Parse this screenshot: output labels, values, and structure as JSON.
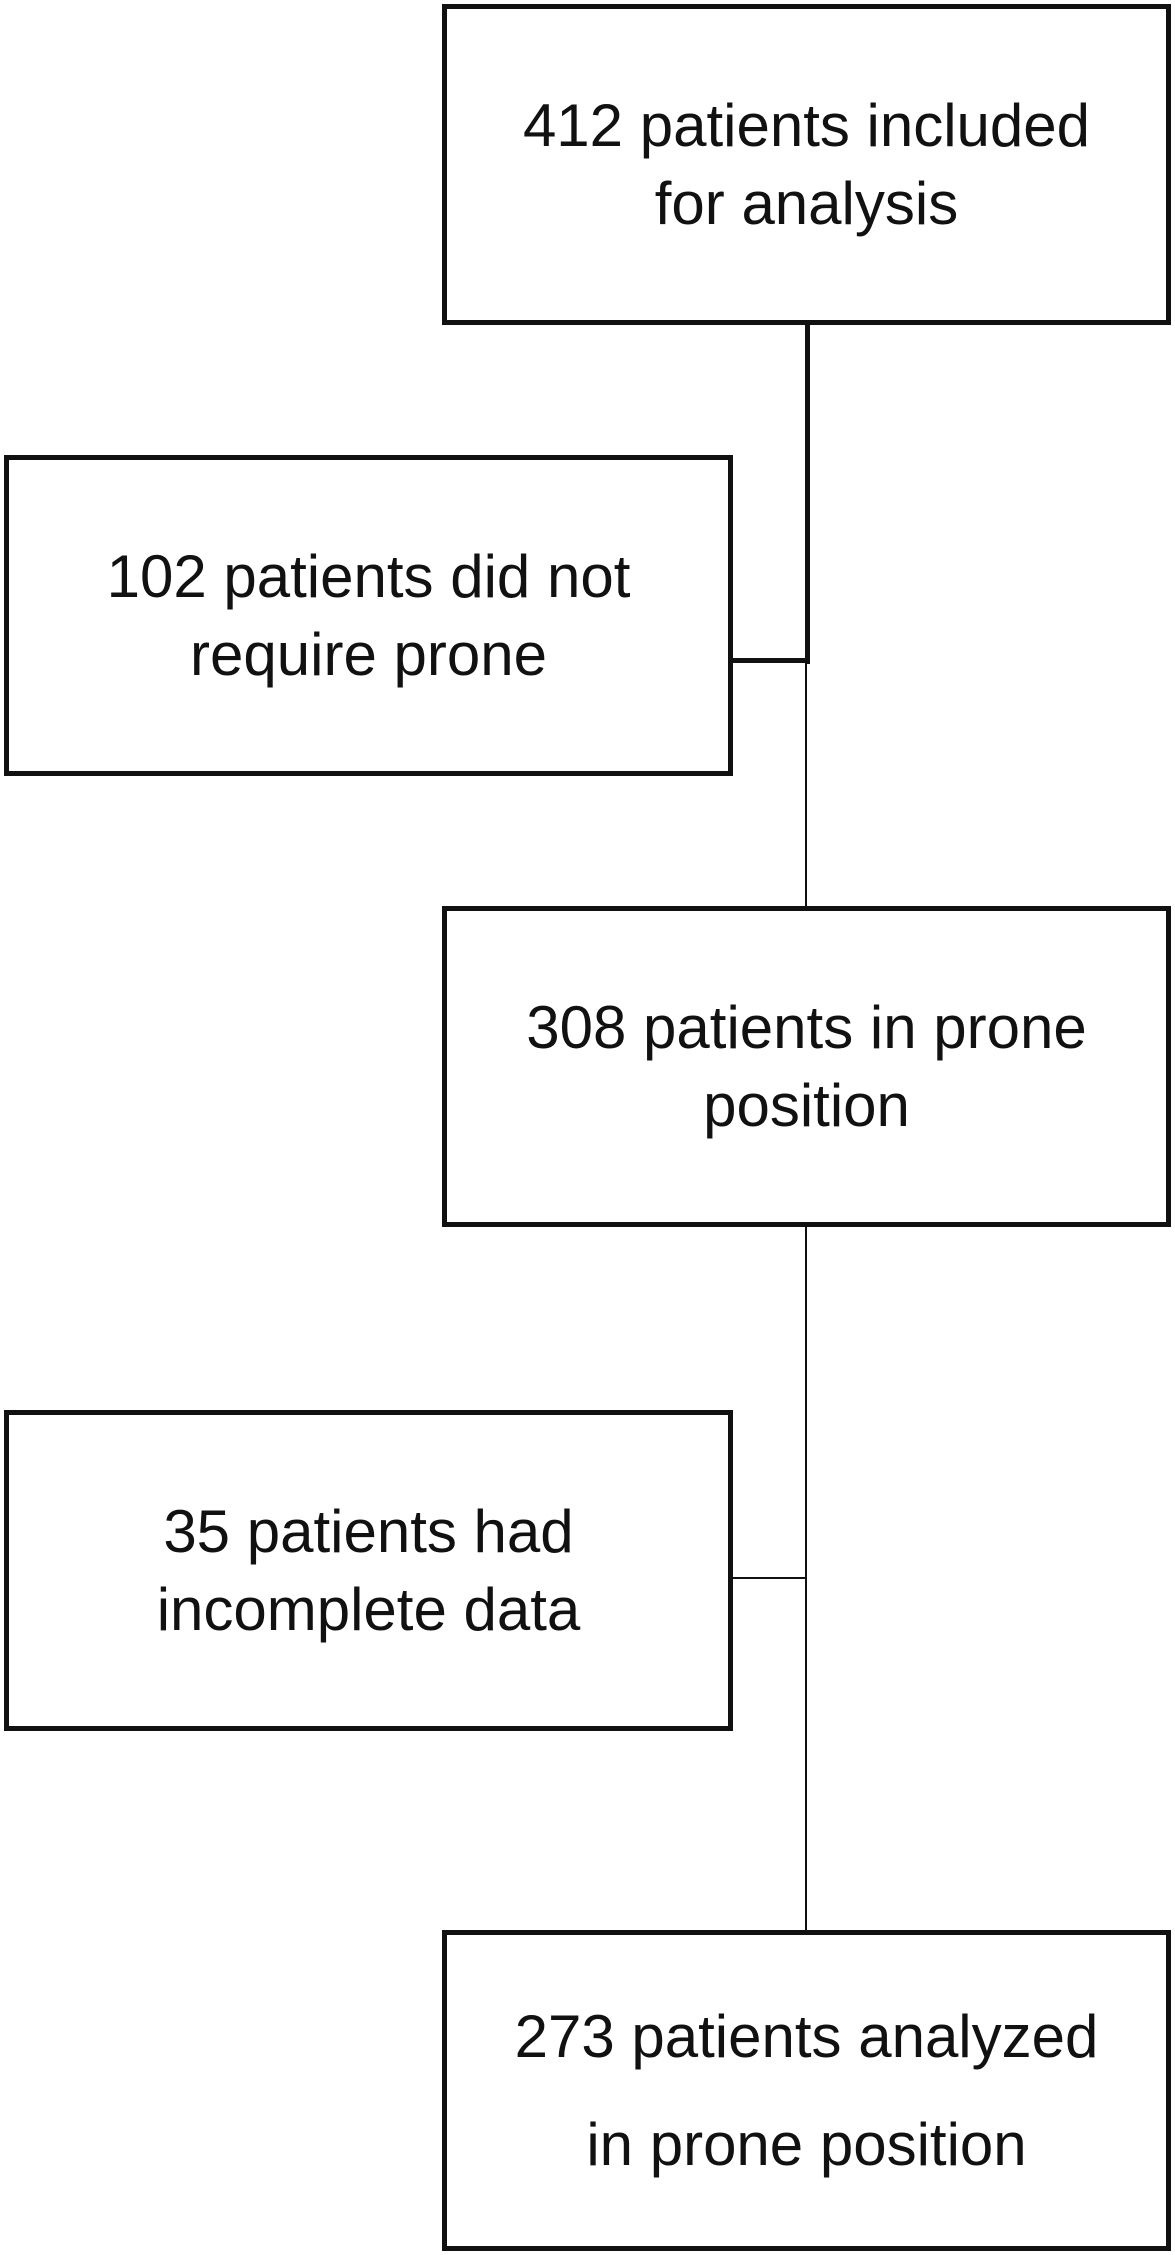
{
  "flow": {
    "boxes": [
      {
        "lines": [
          "412 patients included",
          "for analysis"
        ]
      },
      {
        "lines": [
          "102 patients did not",
          "require prone"
        ]
      },
      {
        "lines": [
          "308 patients in prone",
          "position"
        ]
      },
      {
        "lines": [
          "35 patients had",
          "incomplete data"
        ]
      },
      {
        "lines": [
          "273 patients analyzed",
          "in prone position"
        ]
      }
    ]
  },
  "colors": {
    "stroke": "#111111",
    "background": "#ffffff"
  }
}
